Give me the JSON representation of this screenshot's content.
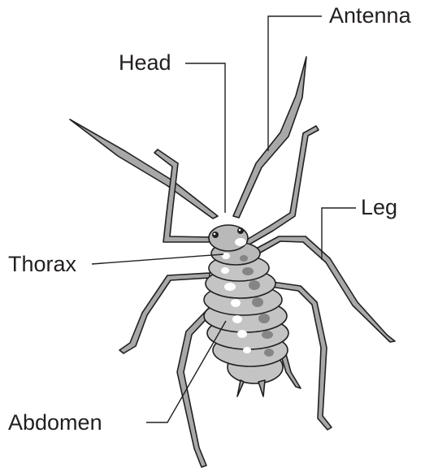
{
  "labels": {
    "antenna": "Antenna",
    "head": "Head",
    "leg": "Leg",
    "thorax": "Thorax",
    "abdomen": "Abdomen"
  },
  "colors": {
    "ink": "#231f20",
    "body_fill": "#b9b9b9",
    "segment_fill": "#c4c4c4",
    "highlight": "#ffffff",
    "shadow_spot": "#858585",
    "leg_fill": "#a8a8a8"
  }
}
